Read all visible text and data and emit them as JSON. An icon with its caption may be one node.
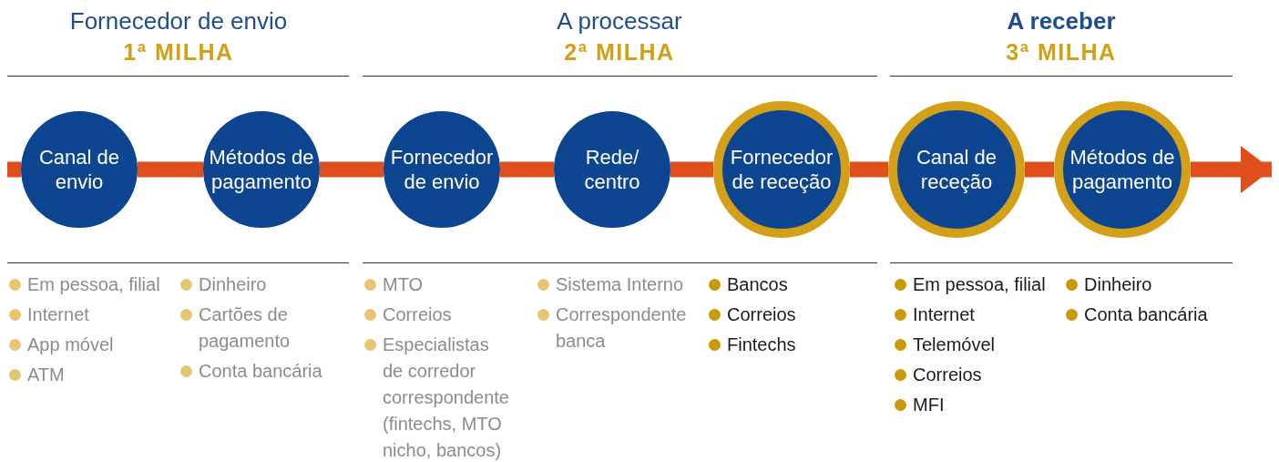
{
  "diagram": {
    "nodes": [
      {
        "text": [
          "Canal de envio"
        ]
      },
      {
        "text": [
          "Métodos de pagamento"
        ]
      },
      {
        "text": [
          "Fornecedor de envio"
        ]
      },
      {
        "text": [
          "Rede/ centro"
        ]
      },
      {
        "text": [
          "Fornecedor de receção"
        ]
      },
      {
        "text": [
          "Canal de receção"
        ]
      },
      {
        "text": [
          "Métodos de pagamento"
        ]
      }
    ],
    "edges": [
      {
        "from": null,
        "to": 0,
        "arrow": "none"
      },
      {
        "from": 0,
        "to": 1,
        "arrow": "none"
      },
      {
        "from": 1,
        "to": 2,
        "arrow": "none"
      },
      {
        "from": 2,
        "to": 3,
        "arrow": "none"
      },
      {
        "from": 3,
        "to": 4,
        "arrow": "none"
      },
      {
        "from": 4,
        "to": 5,
        "arrow": "none"
      },
      {
        "from": 5,
        "to": 6,
        "arrow": "none"
      },
      {
        "from": 6,
        "to": null,
        "arrow": "to"
      }
    ],
    "labels": [
      "Fornecedor de envio",
      "1ª MILHA",
      "A processar",
      "2ª MILHA",
      "A receber",
      "3ª MILHA",
      "Em pessoa, filial",
      "Internet",
      "App móvel",
      "ATM",
      "Dinheiro",
      "Cartões de pagamento",
      "Conta bancária",
      "MTO",
      "Correios",
      "Especialistas de corredor correspondente (fintechs, MTO nicho, bancos)",
      "Sistema Interno",
      "Correspondente banca",
      "Bancos",
      "Correios",
      "Fintechs",
      "Em pessoa, filial",
      "Internet",
      "Telemóvel",
      "Correios",
      "MFI",
      "Dinheiro",
      "Conta bancária"
    ]
  }
}
